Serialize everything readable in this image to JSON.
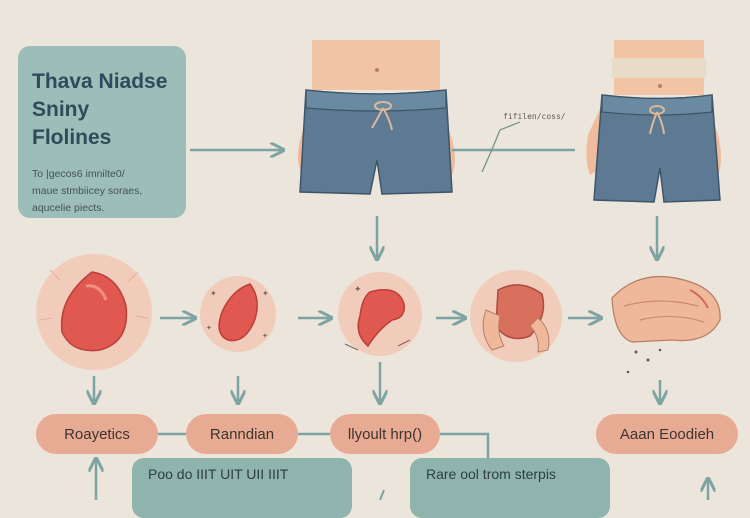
{
  "intro": {
    "title_line1": "Thava Niadse",
    "title_line2": "Sniny Flolines",
    "body_line1": "To |gecos6 imnilte0/",
    "body_line2": "maue stmbiicey soraes,",
    "body_line3": "aqucelie piects."
  },
  "annotation": {
    "text": "fifilen/coss/"
  },
  "steps": [
    {
      "label": "Roayetics"
    },
    {
      "label": "Ranndian"
    },
    {
      "label": "llyoult hrp()"
    },
    {
      "label": "Aaan Eoodieh"
    }
  ],
  "bottom": {
    "left_text": "Poo do IIIT UIT UII IIIT",
    "right_text": "Rare ool trom sterpis"
  },
  "colors": {
    "background": "#ece5dc",
    "teal_box": "#9dbdb9",
    "pill": "#e7ab93",
    "shorts": "#5d7a92",
    "arrow": "#7da3a2",
    "organ": "#e0584f"
  }
}
